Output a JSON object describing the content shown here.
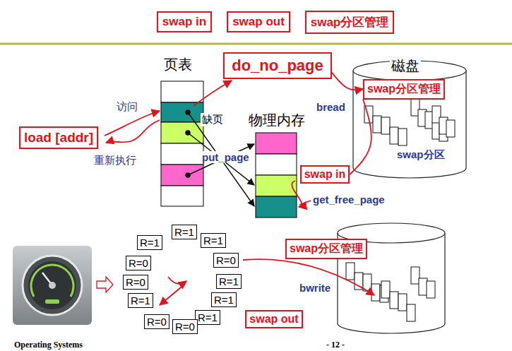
{
  "diagram": {
    "nodes": [
      {
        "text": [
          "swap in"
        ]
      },
      {
        "text": [
          "swap out"
        ]
      },
      {
        "text": [
          "swap分区管理"
        ]
      },
      {
        "text": [
          "do_no_page"
        ]
      },
      {
        "text": [
          "swap分区管理"
        ]
      },
      {
        "text": [
          "load [addr]"
        ]
      },
      {
        "text": [
          "swap in"
        ]
      },
      {
        "text": [
          "swap分区管理"
        ]
      },
      {
        "text": [
          "R=1"
        ]
      },
      {
        "text": [
          "R=1"
        ]
      },
      {
        "text": [
          "R=0"
        ]
      },
      {
        "text": [
          "R=1"
        ]
      },
      {
        "text": [
          "R=1"
        ]
      },
      {
        "text": [
          "R=1"
        ]
      },
      {
        "text": [
          "R=0"
        ]
      },
      {
        "text": [
          "R=0"
        ]
      },
      {
        "text": [
          "R=1"
        ]
      },
      {
        "text": [
          "R=0"
        ]
      },
      {
        "text": [
          "R=0"
        ]
      },
      {
        "text": [
          "R=1"
        ]
      },
      {
        "text": [
          "swap out"
        ]
      }
    ],
    "edges": [
      {
        "from": 3,
        "to": 4,
        "arrow": "to"
      },
      {
        "from": 4,
        "to": 6,
        "arrow": "none"
      }
    ],
    "labels": [
      "页表",
      "磁盘",
      "物理内存",
      "访问",
      "缺页",
      "重新执行",
      "bread",
      "put_page",
      "get_free_page",
      "swap分区",
      "bwrite",
      "Operating Systems",
      "- 12 -"
    ]
  }
}
